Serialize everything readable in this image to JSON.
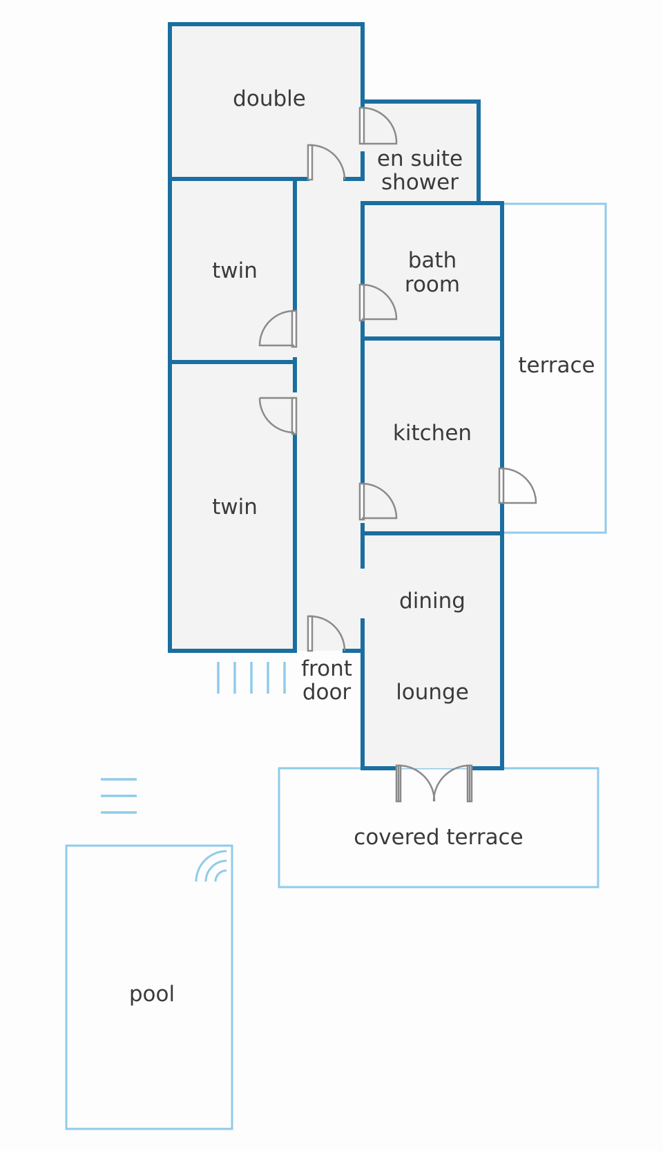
{
  "colors": {
    "wall": "#1a6ea0",
    "outdoor_outline": "#8fcbea",
    "room_fill": "#f3f3f3",
    "pool_fill": "#c3e2f5",
    "door": "#8a8a8a",
    "text": "#3a3a3a"
  },
  "rooms": {
    "double": "double",
    "ensuite_line1": "en suite",
    "ensuite_line2": "shower",
    "twin_top": "twin",
    "twin_bottom": "twin",
    "bath_line1": "bath",
    "bath_line2": "room",
    "kitchen": "kitchen",
    "terrace": "terrace",
    "dining": "dining",
    "lounge": "lounge",
    "front_door_line1": "front",
    "front_door_line2": "door",
    "covered_terrace": "covered terrace",
    "pool": "pool"
  }
}
